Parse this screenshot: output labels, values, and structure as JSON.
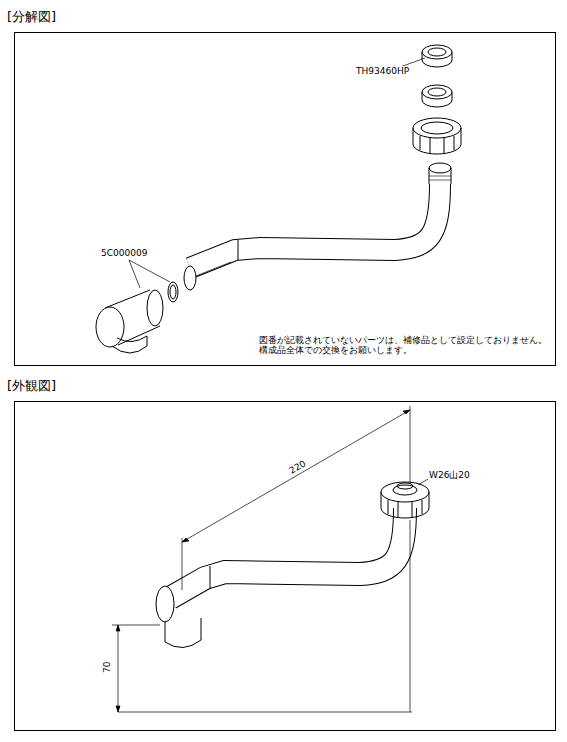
{
  "diagram": {
    "nodes": [
      {
        "text": [
          "[分解図]"
        ]
      },
      {
        "text": [
          "[外観図]"
        ]
      }
    ],
    "labels": [
      "TH93460HP",
      "5C000009",
      "図番が記載されていないパーツは、補修品として設定しておりません。 構成品全体での交換をお願いします。",
      "220",
      "W26山20",
      "70"
    ]
  }
}
